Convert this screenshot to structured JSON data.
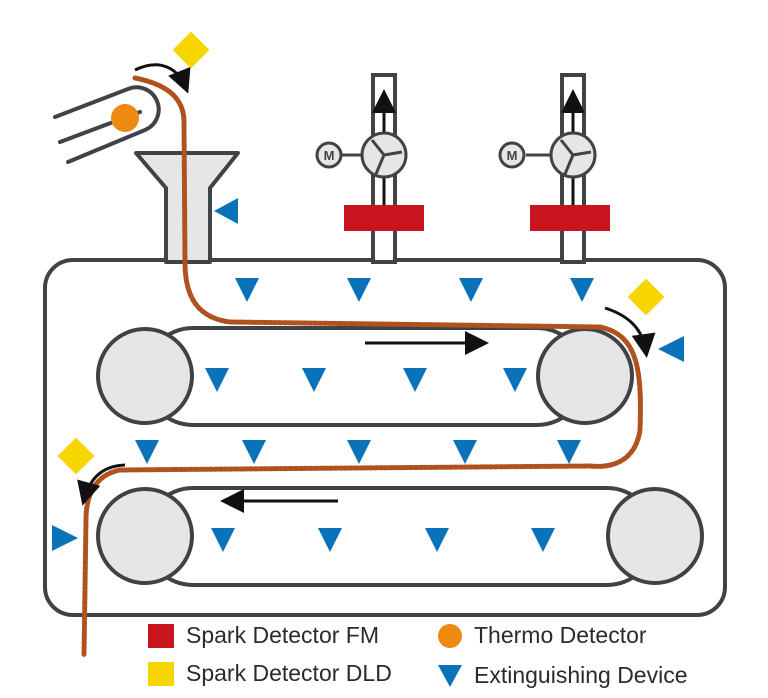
{
  "colors": {
    "spark_fm": "#c8151d",
    "spark_dld": "#f7d500",
    "thermo": "#ee8a12",
    "extinguisher": "#0a72b8",
    "outline": "#3f4246",
    "fill": "#e6e6e6",
    "material": "#b0521e"
  },
  "icons": {
    "motor": "motor-icon",
    "fan": "fan-icon",
    "detector_fm": "square-red-icon",
    "detector_dld": "diamond-yellow-icon",
    "thermo": "circle-orange-icon",
    "extinguisher": "triangle-blue-icon"
  },
  "motor_label": "M",
  "legend": [
    {
      "key": "spark_fm",
      "label": "Spark Detector FM"
    },
    {
      "key": "thermo",
      "label": "Thermo Detector"
    },
    {
      "key": "spark_dld",
      "label": "Spark Detector DLD"
    },
    {
      "key": "extinguisher",
      "label": "Extinguishing Device"
    }
  ]
}
